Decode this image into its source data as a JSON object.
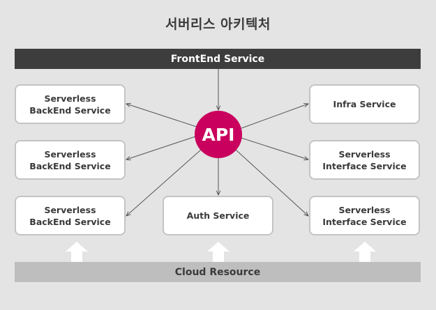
{
  "title": "서버리스 아키텍처",
  "frontend": {
    "label": "FrontEnd Service"
  },
  "api": {
    "label": "API",
    "color": "#c9005e"
  },
  "cloud": {
    "label": "Cloud Resource"
  },
  "boxes": {
    "left": [
      {
        "line1": "Serverless",
        "line2": "BackEnd Service"
      },
      {
        "line1": "Serverless",
        "line2": "BackEnd Service"
      },
      {
        "line1": "Serverless",
        "line2": "BackEnd Service"
      }
    ],
    "center": {
      "line1": "Auth Service",
      "line2": ""
    },
    "right": [
      {
        "line1": "Infra Service",
        "line2": ""
      },
      {
        "line1": "Serverless",
        "line2": "Interface Service"
      },
      {
        "line1": "Serverless",
        "line2": "Interface Service"
      }
    ]
  },
  "colors": {
    "background": "#e4e4e4",
    "frontend_bar": "#3d3d3d",
    "cloud_bar": "#bebebe",
    "box_border": "#c4c4c4"
  }
}
